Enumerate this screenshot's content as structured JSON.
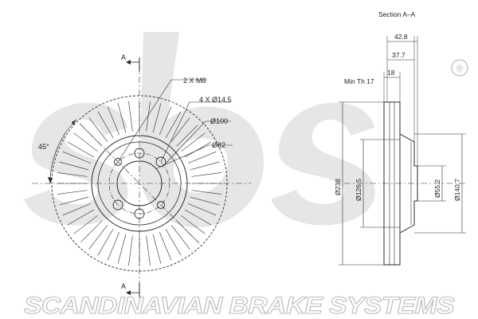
{
  "watermark": {
    "logo_text": "sbs",
    "registered_mark": "®",
    "brand_text": "SCANDINAVIAN BRAKE SYSTEMS"
  },
  "front_view": {
    "section_marker_top": "A",
    "section_marker_bottom": "A",
    "bolts_label": "2 X M8",
    "holes_label": "4 X Ø14.5",
    "pcd_label": "Ø100",
    "center_label": "Ø82",
    "angle_label": "45°"
  },
  "section_view": {
    "title": "Section A–A",
    "dim_overall_width": "42.8",
    "dim_hat_depth": "37.7",
    "dim_thickness": "18",
    "min_thickness_label": "Min Th 17",
    "dim_outer_diameter": "Ø238",
    "dim_hat_outer": "Ø126.5",
    "dim_center_bore": "Ø55.2",
    "dim_hub_face": "Ø140.7"
  },
  "colors": {
    "line": "#2a2a2a",
    "watermark_logo": "#e6e6e6",
    "watermark_text": "#bdbdbd"
  }
}
